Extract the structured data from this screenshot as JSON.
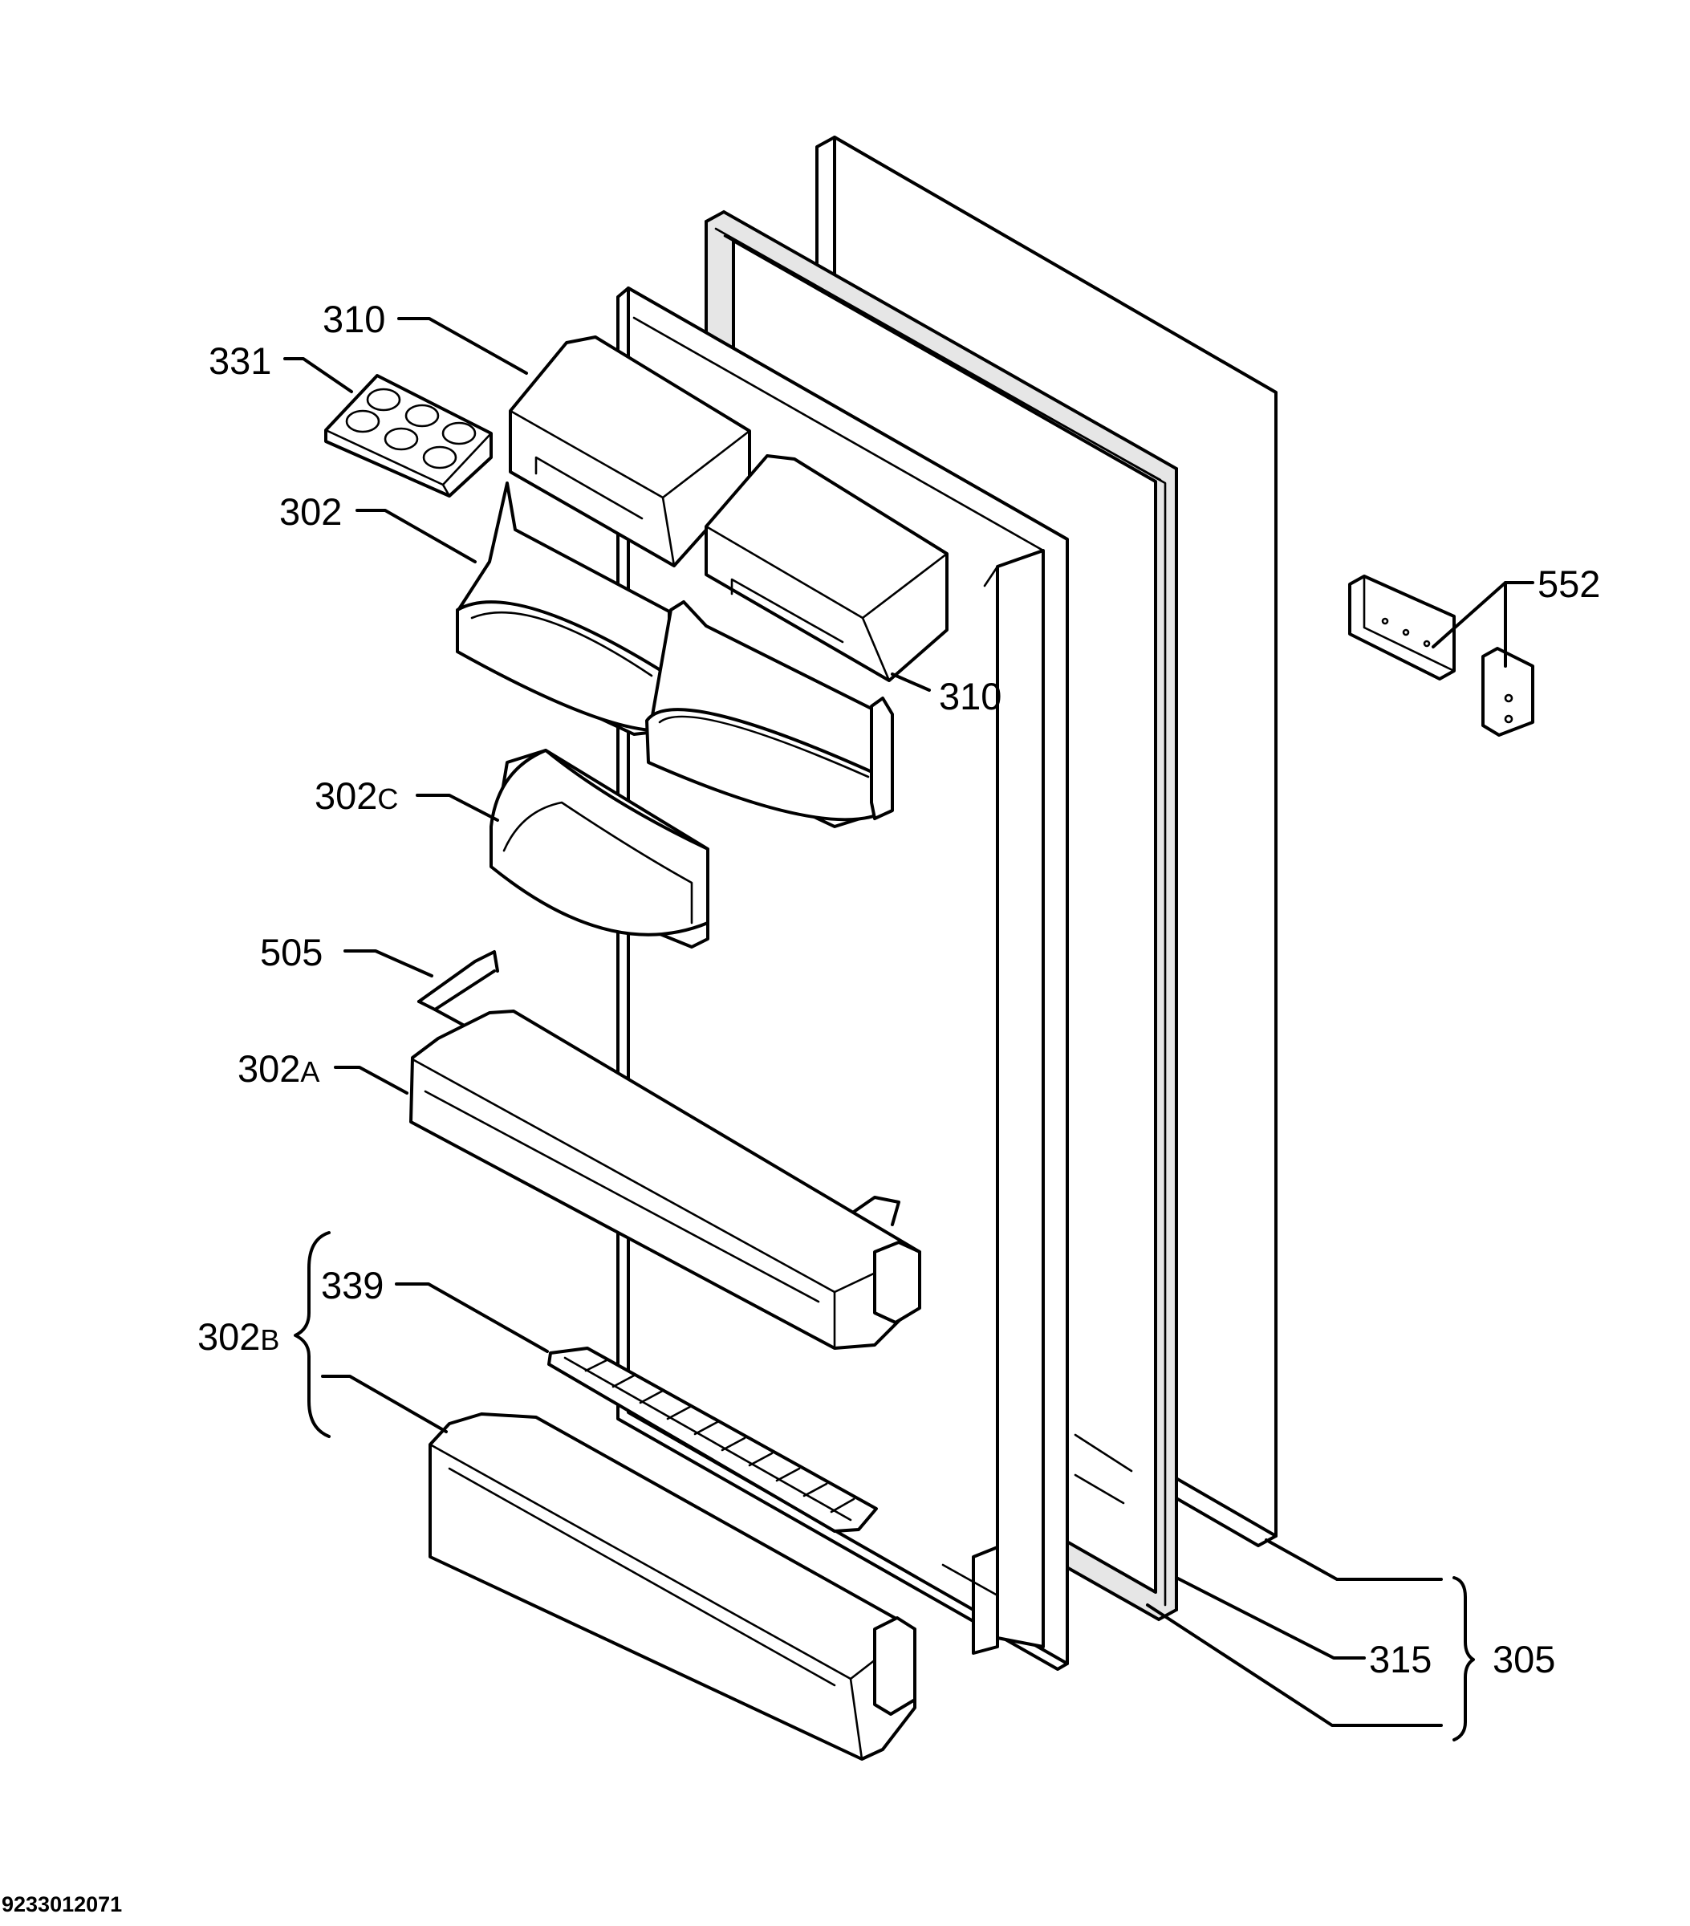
{
  "diagram": {
    "title": "",
    "document_number": "9233012071",
    "callouts": {
      "p310_top": "310",
      "p331": "331",
      "p302": "302",
      "p310_right": "310",
      "p552": "552",
      "p302c_num": "302",
      "p302c_suffix": "C",
      "p505": "505",
      "p302a_num": "302",
      "p302a_suffix": "A",
      "p339": "339",
      "p302b_num": "302",
      "p302b_suffix": "B",
      "p315": "315",
      "p305": "305"
    }
  }
}
